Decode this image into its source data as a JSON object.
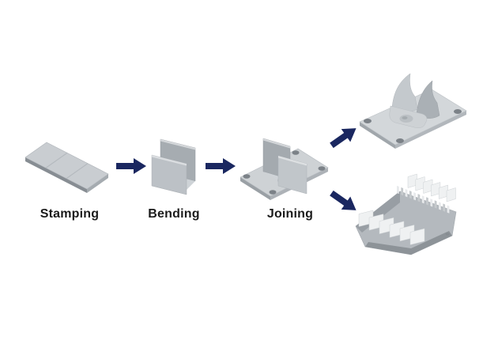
{
  "diagram": {
    "steps": [
      {
        "label": "Stamping",
        "icon": "stamped-plate-illustration"
      },
      {
        "label": "Bending",
        "icon": "bent-u-channel-illustration"
      },
      {
        "label": "Joining",
        "icon": "channel-on-base-plate-illustration"
      }
    ],
    "outputs": [
      {
        "icon": "clevis-bracket-product-illustration"
      },
      {
        "icon": "finned-assembly-product-illustration"
      }
    ],
    "arrows": [
      {
        "icon": "arrow-right-icon"
      },
      {
        "icon": "arrow-right-icon"
      },
      {
        "icon": "arrow-up-right-icon"
      },
      {
        "icon": "arrow-down-right-icon"
      }
    ],
    "colors": {
      "background": "#ffffff",
      "arrow": "#1a2760",
      "label_text": "#1b1b1b",
      "metal_light": "#d3d7da",
      "metal_mid": "#b4b9be",
      "metal_dark": "#8d9398",
      "fin_white": "#eff1f2"
    }
  }
}
